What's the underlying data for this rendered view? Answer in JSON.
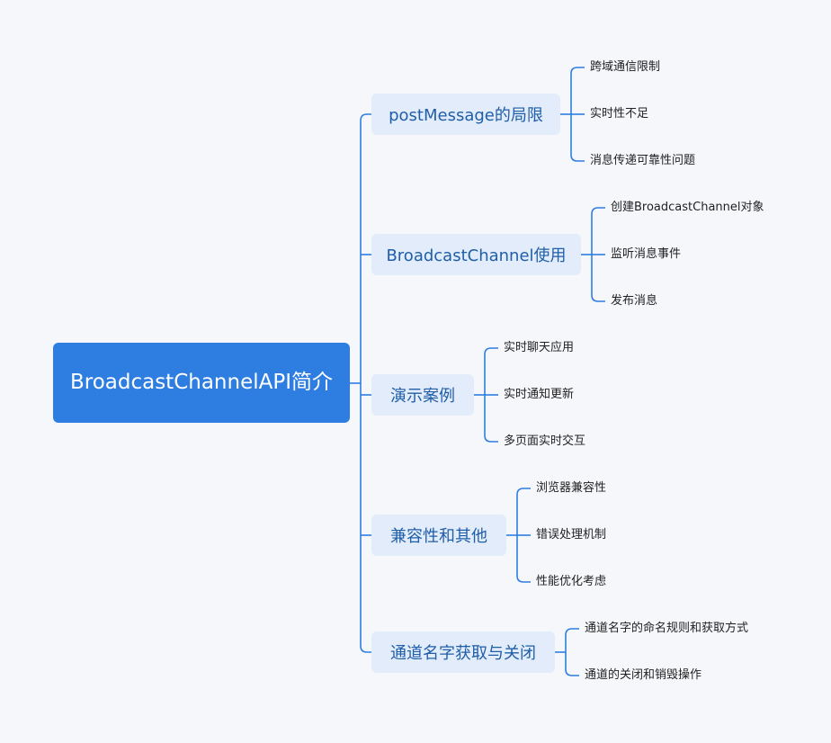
{
  "colors": {
    "background": "#f5f7fb",
    "root_fill": "#2e7de1",
    "branch_fill": "#e3ecfb",
    "branch_text": "#1f5ea8",
    "connector": "#2e7de1"
  },
  "root": {
    "title": "BroadcastChannelAPI简介"
  },
  "branches": [
    {
      "label": "postMessage的局限",
      "children": [
        "跨域通信限制",
        "实时性不足",
        "消息传递可靠性问题"
      ]
    },
    {
      "label": "BroadcastChannel使用",
      "children": [
        "创建BroadcastChannel对象",
        "监听消息事件",
        "发布消息"
      ]
    },
    {
      "label": "演示案例",
      "children": [
        "实时聊天应用",
        "实时通知更新",
        "多页面实时交互"
      ]
    },
    {
      "label": "兼容性和其他",
      "children": [
        "浏览器兼容性",
        "错误处理机制",
        "性能优化考虑"
      ]
    },
    {
      "label": "通道名字获取与关闭",
      "children": [
        "通道名字的命名规则和获取方式",
        "通道的关闭和销毁操作"
      ]
    }
  ]
}
